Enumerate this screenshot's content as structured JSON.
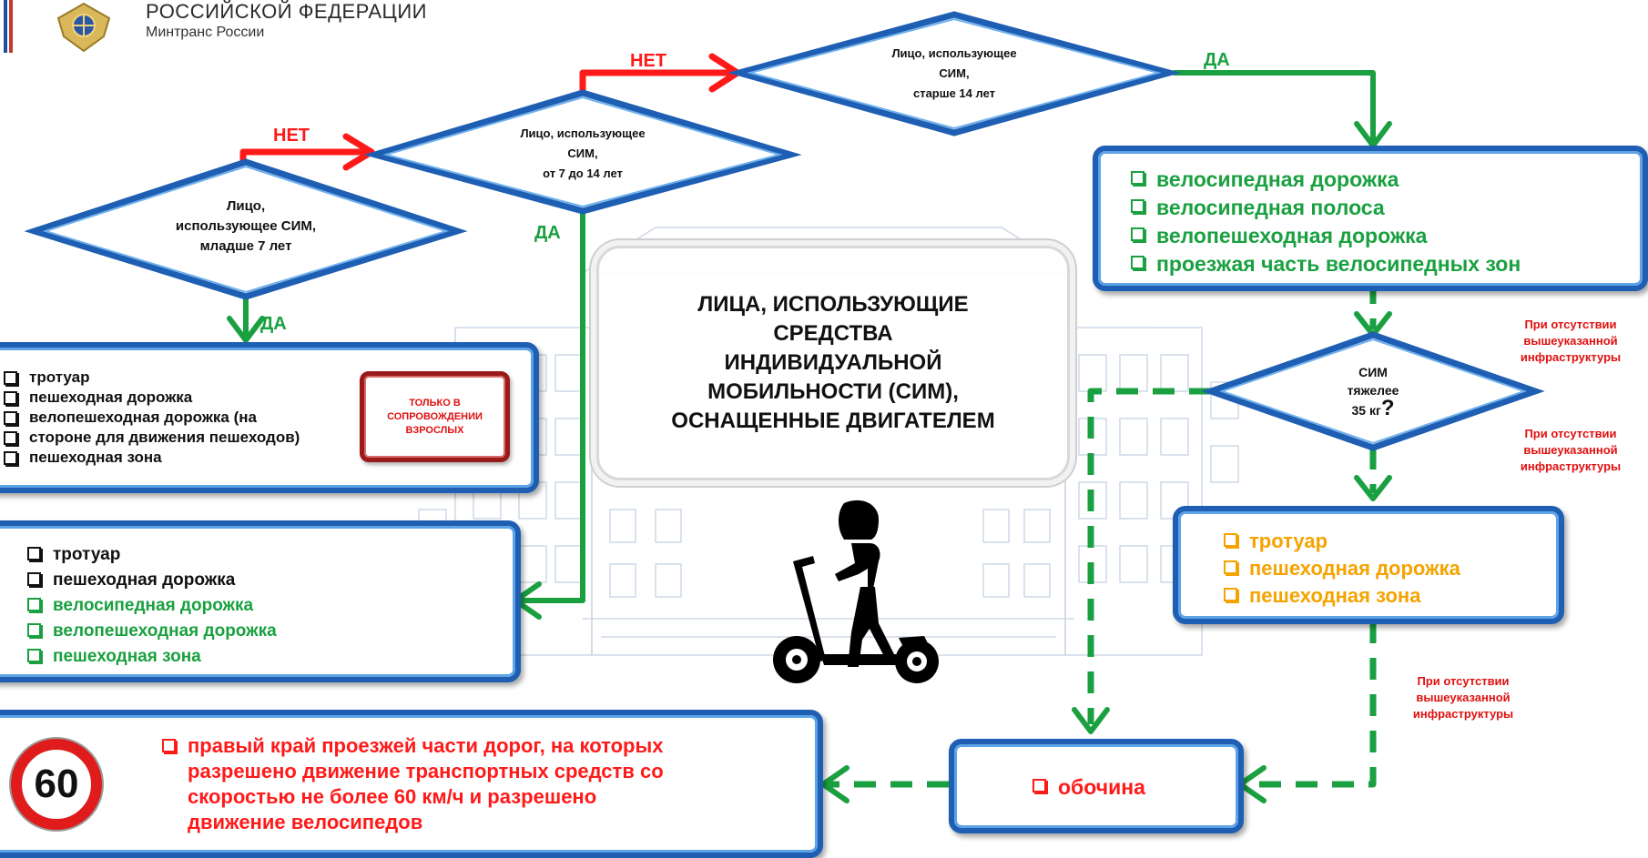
{
  "header": {
    "title": "РОССИЙСКОЙ ФЕДЕРАЦИИ",
    "subtitle": "Минтранс России"
  },
  "diamonds": {
    "under7": [
      "Лицо,",
      "использующее СИМ,",
      "младше 7 лет"
    ],
    "age7to14": [
      "Лицо, использующее",
      "СИМ,",
      "от 7 до 14 лет"
    ],
    "over14": [
      "Лицо, использующее",
      "СИМ,",
      "старше 14 лет"
    ],
    "heavy": [
      "СИМ",
      "тяжелее",
      "35 кг"
    ],
    "heavy_mark": "?"
  },
  "labels": {
    "no": "НЕТ",
    "yes": "ДА",
    "no_infra": [
      "При отсутствии",
      "вышеуказанной",
      "инфраструктуры"
    ]
  },
  "boxes": {
    "under7_list": [
      "тротуар",
      "пешеходная дорожка",
      "велопешеходная дорожка (на",
      "стороне для движения пешеходов)",
      "пешеходная зона"
    ],
    "adults_only": [
      "ТОЛЬКО В",
      "СОПРОВОЖДЕНИИ",
      "ВЗРОСЛЫХ"
    ],
    "age7to14_list": [
      "тротуар",
      "пешеходная дорожка",
      "велосипедная дорожка",
      "велопешеходная дорожка",
      "пешеходная зона"
    ],
    "over14_list": [
      "велосипедная дорожка",
      "велосипедная полоса",
      "велопешеходная дорожка",
      "проезжая часть велосипедных зон"
    ],
    "heavy_no_list": [
      "тротуар",
      "пешеходная дорожка",
      "пешеходная зона"
    ],
    "roadside": "обочина",
    "road_edge": [
      "правый край проезжей части дорог, на которых",
      "разрешено движение транспортных средств со",
      "скоростью не более 60 км/ч и разрешено",
      "движение велосипедов"
    ],
    "speed_sign": "60"
  },
  "center": {
    "lines": [
      "ЛИЦА, ИСПОЛЬЗУЮЩИЕ",
      "СРЕДСТВА",
      "ИНДИВИДУАЛЬНОЙ",
      "МОБИЛЬНОСТИ (СИМ),",
      "ОСНАЩЕННЫЕ ДВИГАТЕЛЕМ"
    ]
  },
  "colors": {
    "box_border": "#1e5fb3",
    "no_arrow": "#ff1a1a",
    "yes_arrow": "#1aa040",
    "orange_text": "#f5a300"
  }
}
